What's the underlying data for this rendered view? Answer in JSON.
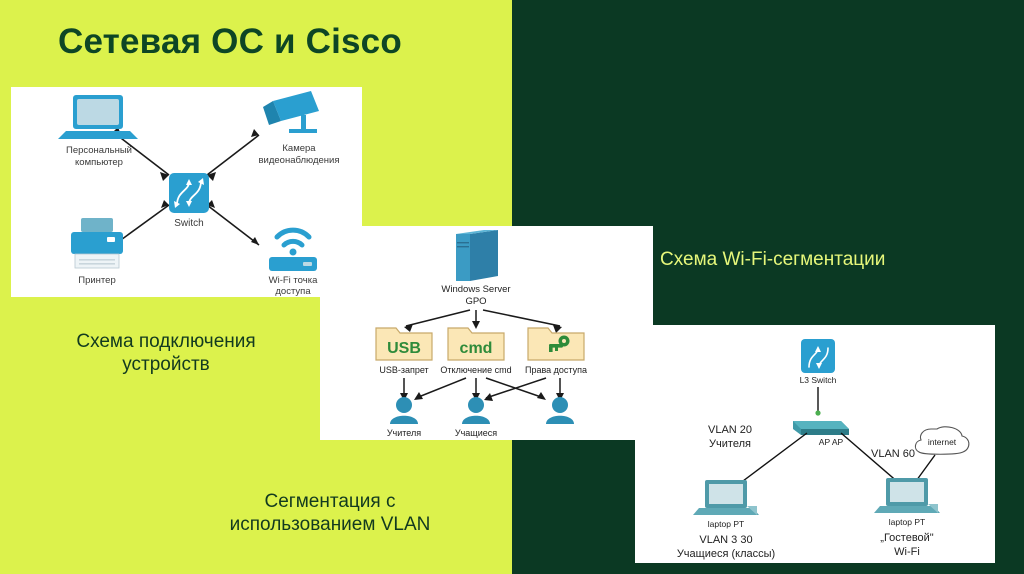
{
  "slide": {
    "title": "Сетевая ОС и Cisco",
    "colors": {
      "lime": "#dcf24c",
      "dark_green": "#0b3923",
      "title_text": "#0e4625",
      "caption_dark_text": "#123a1f",
      "caption_light_text": "#e6f77a",
      "cisco_blue": "#2a9fd0",
      "panel_bg": "#ffffff"
    }
  },
  "captions": {
    "devices": "Схема подключения\nустройств",
    "vlan": "Сегментация с\nиспользованием VLAN",
    "wifi": "Схема Wi-Fi-сегментации"
  },
  "diagram_devices": {
    "center": "Switch",
    "nodes": [
      {
        "id": "pc",
        "label": "Персональный\nкомпьютер",
        "icon": "laptop-icon"
      },
      {
        "id": "camera",
        "label": "Камера\nвидеонаблюдения",
        "icon": "cctv-camera-icon"
      },
      {
        "id": "printer",
        "label": "Принтер",
        "icon": "printer-icon"
      },
      {
        "id": "wifi_ap",
        "label": "Wi-Fi точка\nдоступа",
        "icon": "wifi-access-point-icon"
      }
    ]
  },
  "diagram_gpo": {
    "server_label": "Windows Server\nGPO",
    "policies": [
      {
        "folder_text": "USB",
        "label": "USB-запрет",
        "color": "#2e8b3a"
      },
      {
        "folder_text": "cmd",
        "label": "Отключение cmd",
        "color": "#2e8b3a"
      },
      {
        "folder_text": "key",
        "label": "Права доступа",
        "color": "#2e8b3a"
      }
    ],
    "users": [
      {
        "label": "Учителя"
      },
      {
        "label": "Учащиеся"
      },
      {
        "label": ""
      }
    ]
  },
  "diagram_wifi": {
    "l3_switch": "L3 Switch",
    "ap": "AP AP",
    "cloud": "internet",
    "left_vlan": "VLAN 20\nУчителя",
    "right_vlan": "VLAN 60",
    "left_laptop": "laptop PT",
    "left_laptop_sub": "VLAN 3 30\nУчащиеся (классы)",
    "right_laptop": "laptop PT",
    "right_laptop_sub": "„Гостевой\"\nWi-Fi"
  }
}
